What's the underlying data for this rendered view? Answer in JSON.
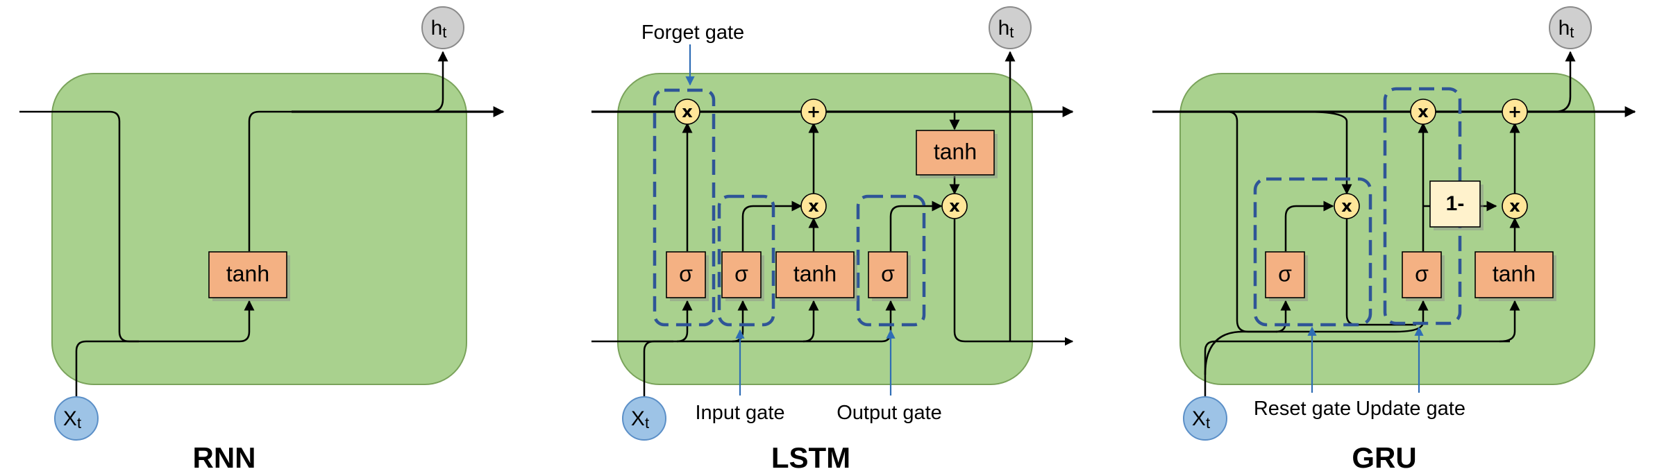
{
  "panels": {
    "rnn": {
      "title": "RNN",
      "tanh_label": "tanh"
    },
    "lstm": {
      "title": "LSTM",
      "tanh_label": "tanh",
      "cell_tanh_label": "tanh",
      "sigma": "σ",
      "mult": "x",
      "add": "+",
      "forget_gate": "Forget gate",
      "input_gate": "Input gate",
      "output_gate": "Output gate"
    },
    "gru": {
      "title": "GRU",
      "tanh_label": "tanh",
      "sigma": "σ",
      "mult": "x",
      "add": "+",
      "one_minus": "1-",
      "reset_gate": "Reset gate",
      "update_gate": "Update gate"
    }
  },
  "nodes": {
    "h_main": "h",
    "h_sub": "t",
    "x_main": "X",
    "x_sub": "t"
  },
  "colors": {
    "cell_background": "#a9d18e",
    "activation_box": "#f4b183",
    "pointwise_op": "#ffe699",
    "gate_outline": "#2f5597",
    "input_node": "#9dc3e6",
    "output_node": "#cfcfcf"
  }
}
